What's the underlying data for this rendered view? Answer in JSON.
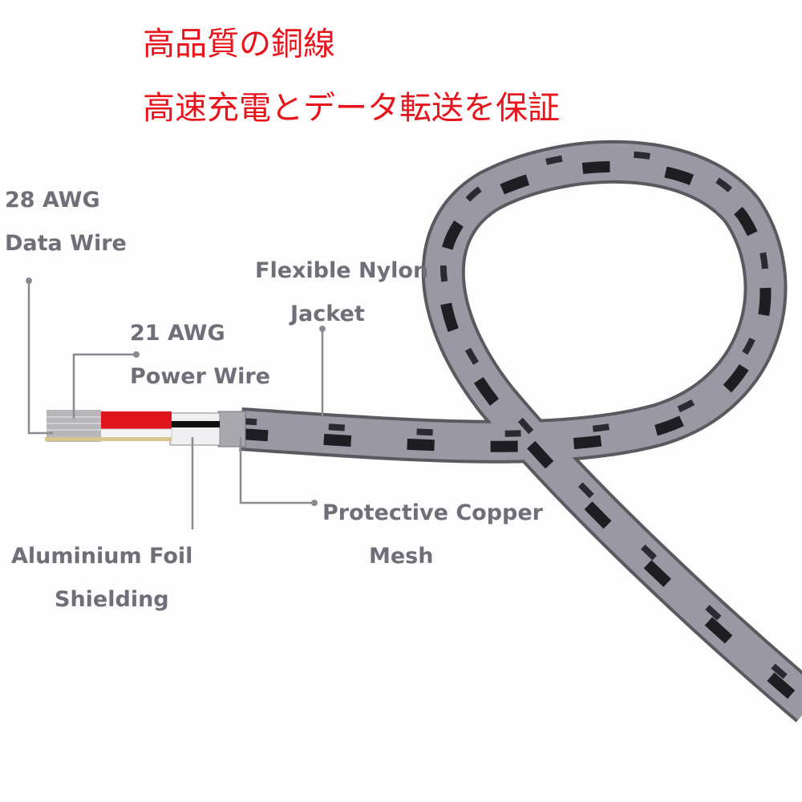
{
  "headline": {
    "line1": "高品質の銅線",
    "line2": "高速充電とデータ転送を保証"
  },
  "labels": {
    "data_wire_gauge": "28 AWG",
    "data_wire": "Data Wire",
    "power_wire_gauge": "21 AWG",
    "power_wire": "Power  Wire",
    "jacket_line1": "Flexible Nylon",
    "jacket_line2": "Jacket",
    "mesh_line1": "Protective Copper",
    "mesh_line2": "Mesh",
    "foil_line1": "Aluminium Foil",
    "foil_line2": "Shielding"
  },
  "colors": {
    "headline": "#e8141c",
    "label": "#6f6f79",
    "cable": "#8e8c96",
    "braid": "#1e1e22",
    "power_wire": "#e0141c"
  }
}
